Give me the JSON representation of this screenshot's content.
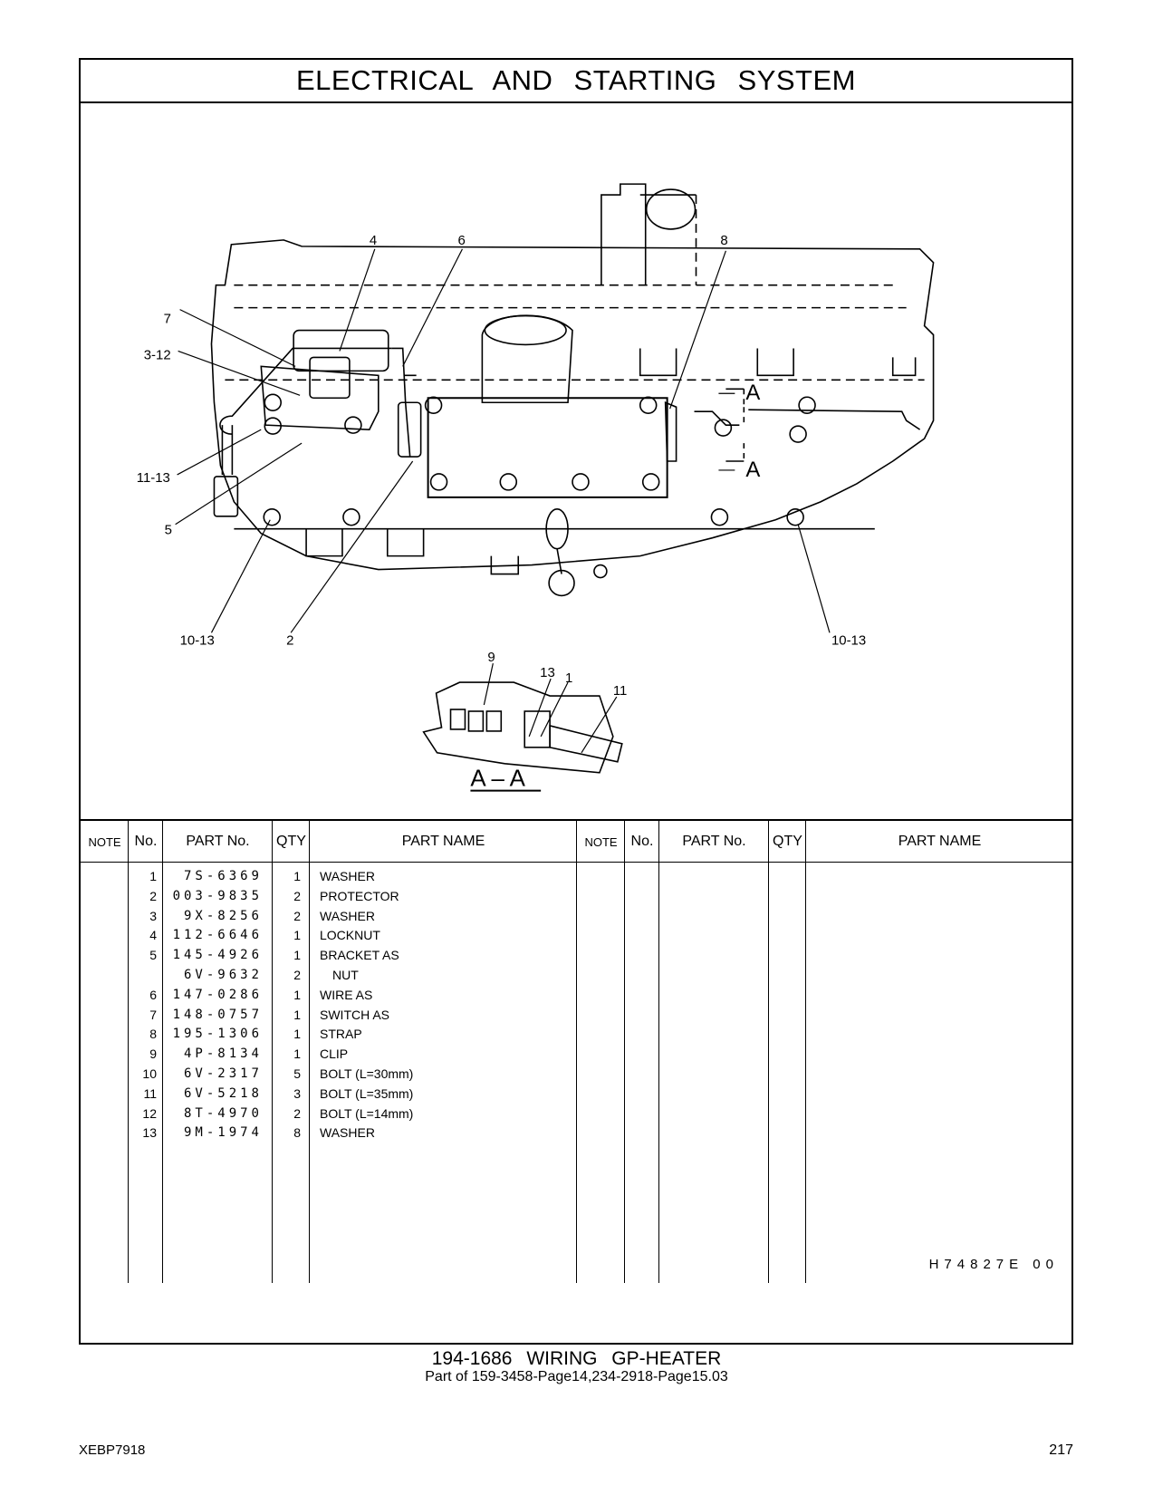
{
  "header": {
    "title": "ELECTRICAL AND STARTING SYSTEM"
  },
  "drawing": {
    "callouts": [
      "4",
      "6",
      "8",
      "7",
      "3-12",
      "11-13",
      "5",
      "10-13",
      "2",
      "10-13",
      "A",
      "A",
      "9",
      "13",
      "1",
      "11"
    ],
    "section_label": "A – A"
  },
  "table": {
    "headers": {
      "note": "NOTE",
      "no": "No.",
      "part_no": "PART No.",
      "qty": "QTY",
      "part_name": "PART NAME"
    },
    "rows": [
      {
        "no": "1",
        "part_no": "7S-6369",
        "qty": "1",
        "name": "WASHER"
      },
      {
        "no": "2",
        "part_no": "003-9835",
        "qty": "2",
        "name": "PROTECTOR"
      },
      {
        "no": "3",
        "part_no": "9X-8256",
        "qty": "2",
        "name": "WASHER"
      },
      {
        "no": "4",
        "part_no": "112-6646",
        "qty": "1",
        "name": "LOCKNUT"
      },
      {
        "no": "5",
        "part_no": "145-4926",
        "qty": "1",
        "name": "BRACKET AS"
      },
      {
        "no": "",
        "part_no": "6V-9632",
        "qty": "2",
        "name": "NUT"
      },
      {
        "no": "6",
        "part_no": "147-0286",
        "qty": "1",
        "name": "WIRE AS"
      },
      {
        "no": "7",
        "part_no": "148-0757",
        "qty": "1",
        "name": "SWITCH AS"
      },
      {
        "no": "8",
        "part_no": "195-1306",
        "qty": "1",
        "name": "STRAP"
      },
      {
        "no": "9",
        "part_no": "4P-8134",
        "qty": "1",
        "name": "CLIP"
      },
      {
        "no": "10",
        "part_no": "6V-2317",
        "qty": "5",
        "name": "BOLT (L=30mm)"
      },
      {
        "no": "11",
        "part_no": "6V-5218",
        "qty": "3",
        "name": "BOLT (L=35mm)"
      },
      {
        "no": "12",
        "part_no": "8T-4970",
        "qty": "2",
        "name": "BOLT (L=14mm)"
      },
      {
        "no": "13",
        "part_no": "9M-1974",
        "qty": "8",
        "name": "WASHER"
      }
    ],
    "illustration_code": "H74827E 00"
  },
  "footer": {
    "assembly_title": "194-1686 WIRING GP-HEATER",
    "part_of": "Part of 159-3458-Page14,234-2918-Page15.03",
    "document_id": "XEBP7918",
    "page_number": "217"
  }
}
